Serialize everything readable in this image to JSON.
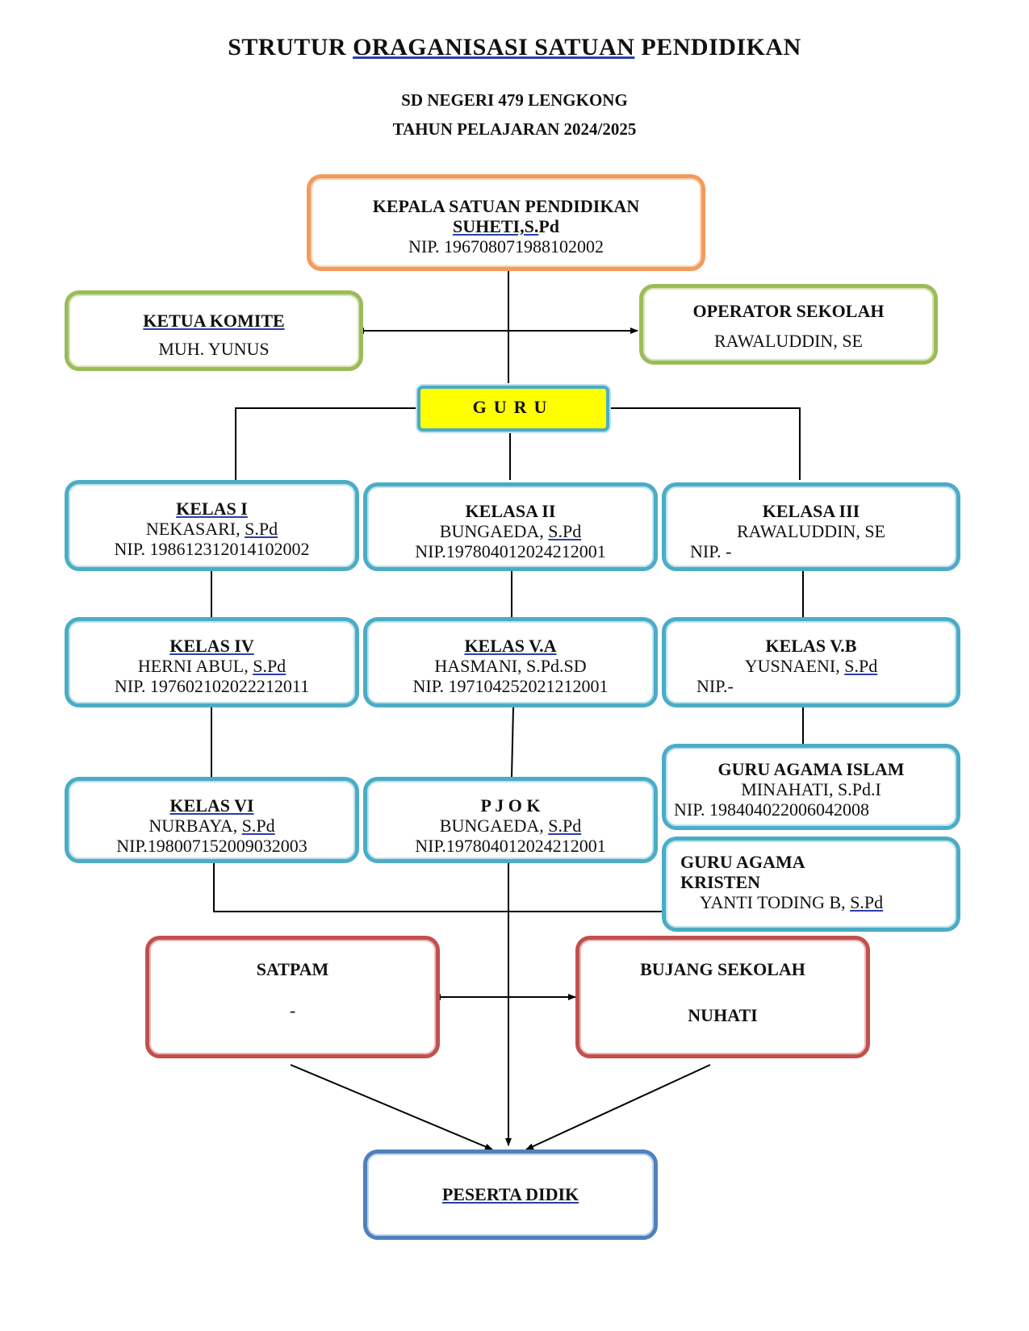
{
  "header": {
    "title_prefix": "STRUTUR ",
    "title_underlined": "ORAGANISASI  SATUAN",
    "title_suffix": " PENDIDIKAN",
    "school": "SD NEGERI 479 LENGKONG",
    "year": "TAHUN PELAJARAN 2024/2025"
  },
  "head": {
    "role": "KEPALA SATUAN PENDIDIKAN",
    "name_underlined": "SUHETI,S.",
    "name_rest": "Pd",
    "nip": "NIP. 196708071988102002"
  },
  "committee": {
    "role": "KETUA  KOMITE",
    "name": "MUH. YUNUS"
  },
  "operator": {
    "role": "OPERATOR SEKOLAH",
    "name": "RAWALUDDIN, SE"
  },
  "guru": {
    "label": "GURU"
  },
  "classes": [
    {
      "role": "KELAS  I",
      "name": "NEKASARI, ",
      "deg": "S.Pd",
      "nip": "NIP. 198612312014102002"
    },
    {
      "role": "KELASA II",
      "name": "BUNGAEDA, ",
      "deg": "S.Pd",
      "nip": "NIP.197804012024212001"
    },
    {
      "role": "KELASA III",
      "name": "RAWALUDDIN, SE",
      "deg": "",
      "nip": "NIP. -"
    },
    {
      "role": "KELAS  IV",
      "name": "HERNI ABUL, ",
      "deg": "S.Pd",
      "nip": "NIP. 197602102022212011"
    },
    {
      "role": "KELAS  V.A",
      "name": "HASMANI, S.Pd.SD",
      "deg": "",
      "nip": "NIP. 197104252021212001"
    },
    {
      "role": "KELAS   V.B",
      "name": "YUSNAENI, ",
      "deg": "S.Pd",
      "nip": "NIP.-"
    },
    {
      "role": "KELAS  VI",
      "name": "NURBAYA, ",
      "deg": "S.Pd",
      "nip": "NIP.198007152009032003"
    },
    {
      "role": "P J O K",
      "name": "BUNGAEDA, ",
      "deg": "S.Pd",
      "nip": "NIP.197804012024212001"
    }
  ],
  "islam": {
    "role": "GURU AGAMA ISLAM",
    "name": "MINAHATI, S.Pd.I",
    "nip": "NIP. 198404022006042008"
  },
  "kristen": {
    "role_line1": "GURU AGAMA",
    "role_line2": "KRISTEN",
    "name": "YANTI TODING B, ",
    "deg": "S.Pd"
  },
  "satpam": {
    "role": "SATPAM",
    "name": "-"
  },
  "bujang": {
    "role": "BUJANG SEKOLAH",
    "name": "NUHATI"
  },
  "students": {
    "label": "PESERTA  DIDIK"
  },
  "colors": {
    "orange": "#f39a5c",
    "green": "#9bbb59",
    "teal": "#4bacc6",
    "red": "#c0504d",
    "blue": "#4f81bd",
    "yellow": "#ffff00"
  }
}
